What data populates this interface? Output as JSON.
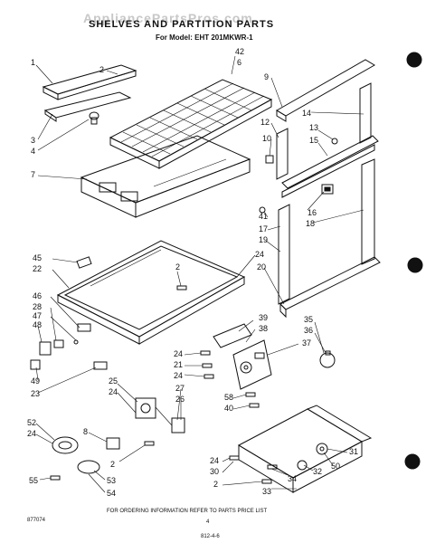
{
  "header": {
    "title": "SHELVES AND PARTITION PARTS",
    "model_line": "For Model: EHT 201MKWR-1"
  },
  "watermark": "AppliancePartsPros.com",
  "footer": {
    "instruction": "FOR ORDERING INFORMATION REFER TO PARTS PRICE LIST",
    "code": "877074",
    "page": "4",
    "handwritten": "812-4-6"
  },
  "callouts": [
    "1",
    "2",
    "3",
    "4",
    "42",
    "6",
    "9",
    "14",
    "12",
    "13",
    "10",
    "15",
    "7",
    "16",
    "41",
    "17",
    "18",
    "19",
    "45",
    "22",
    "24",
    "2",
    "20",
    "46",
    "28",
    "47",
    "48",
    "49",
    "23",
    "39",
    "38",
    "35",
    "36",
    "37",
    "24",
    "21",
    "24",
    "25",
    "24",
    "27",
    "26",
    "58",
    "40",
    "52",
    "24",
    "8",
    "2",
    "24",
    "30",
    "31",
    "50",
    "32",
    "34",
    "33",
    "2",
    "55",
    "53",
    "54"
  ],
  "colors": {
    "ink": "#111111",
    "paper": "#ffffff",
    "watermark": "#c8c8c8"
  }
}
